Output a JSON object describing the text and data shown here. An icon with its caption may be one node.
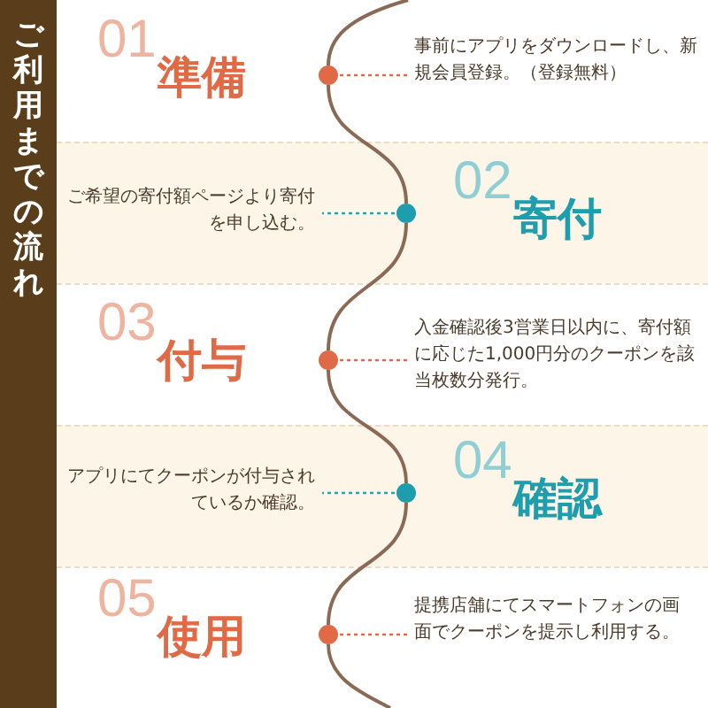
{
  "diagram": {
    "title": "ご利用までの流れ",
    "nodes": [
      {
        "text": [
          "01",
          "準備"
        ]
      },
      {
        "text": [],
        "shape": "circle"
      },
      {
        "text": [
          "事前にアプリをダウンロードし、新規会員登録。（登録無料）"
        ]
      },
      {
        "text": [
          "ご希望の寄付額ページより寄付を申し込む。"
        ]
      },
      {
        "text": [],
        "shape": "circle"
      },
      {
        "text": [
          "02",
          "寄付"
        ]
      },
      {
        "text": [
          "03",
          "付与"
        ]
      },
      {
        "text": [],
        "shape": "circle"
      },
      {
        "text": [
          "入金確認後3営業日以内に、寄付額に応じた1,000円分のクーポンを該当枚数分発行。"
        ]
      },
      {
        "text": [
          "アプリにてクーポンが付与されているか確認。"
        ]
      },
      {
        "text": [],
        "shape": "circle"
      },
      {
        "text": [
          "04",
          "確認"
        ]
      },
      {
        "text": [
          "05",
          "使用"
        ]
      },
      {
        "text": [],
        "shape": "circle"
      },
      {
        "text": [
          "提携店舗にてスマートフォンの画面でクーポンを提示し利用する。"
        ]
      }
    ],
    "edges": [
      {
        "from": 1,
        "to": 2,
        "arrow": "none",
        "style": "dashed",
        "color": "#e06a45"
      },
      {
        "from": 1,
        "to": 4,
        "arrow": "none",
        "color": "#8a6a55"
      },
      {
        "from": 4,
        "to": 3,
        "arrow": "none",
        "style": "dashed",
        "color": "#2aa3b0"
      },
      {
        "from": 4,
        "to": 7,
        "arrow": "none",
        "color": "#8a6a55"
      },
      {
        "from": 7,
        "to": 8,
        "arrow": "none",
        "style": "dashed",
        "color": "#e06a45"
      },
      {
        "from": 7,
        "to": 10,
        "arrow": "none",
        "color": "#8a6a55"
      },
      {
        "from": 10,
        "to": 9,
        "arrow": "none",
        "style": "dashed",
        "color": "#2aa3b0"
      },
      {
        "from": 10,
        "to": 13,
        "arrow": "none",
        "color": "#8a6a55"
      },
      {
        "from": 13,
        "to": 14,
        "arrow": "none",
        "style": "dashed",
        "color": "#e06a45"
      }
    ]
  }
}
